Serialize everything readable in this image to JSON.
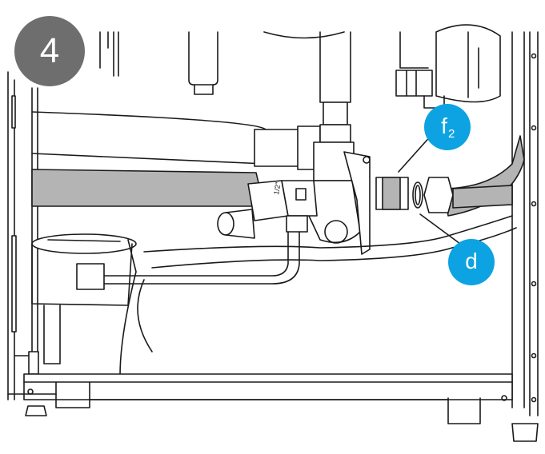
{
  "step": {
    "number": "4",
    "badge_color": "#6e6e6e"
  },
  "callouts": {
    "color": "#0da3e2",
    "f2": {
      "letter": "f",
      "subscript": "2"
    },
    "d": {
      "letter": "d"
    }
  },
  "fitting": {
    "size_label": "1/2\""
  },
  "palette": {
    "line": "#1a1a1a",
    "hose_gray": "#b4b4b4",
    "light_fill": "#f4f4f4"
  }
}
